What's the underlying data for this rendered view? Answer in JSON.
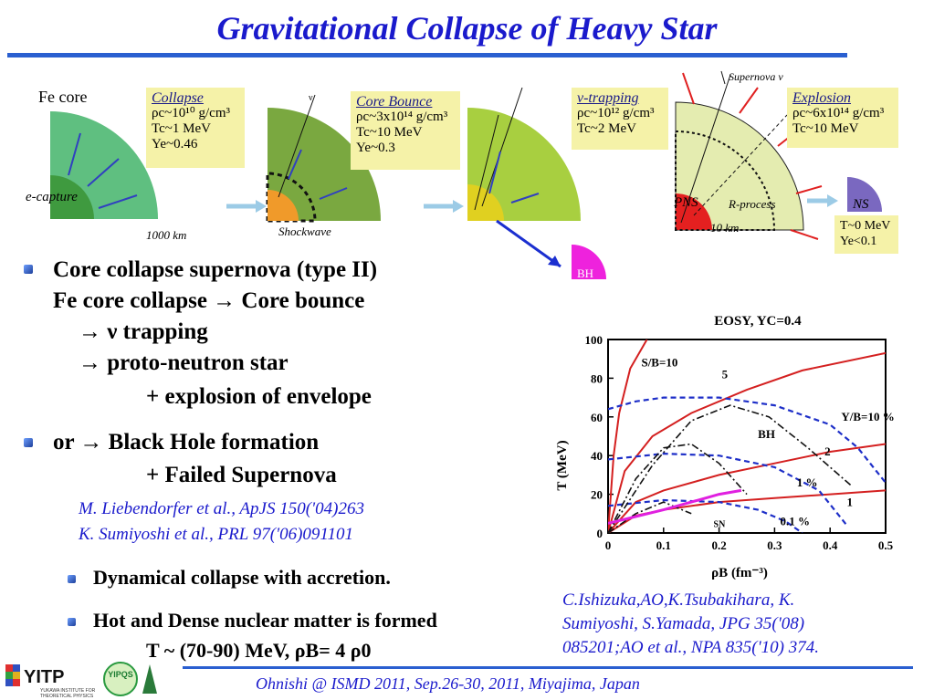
{
  "title": "Gravitational Collapse of Heavy Star",
  "diagram": {
    "fe_core_label": "Fe core",
    "e_capture_label": "e-capture",
    "scale_1000": "1000 km",
    "shockwave_label": "Shockwave",
    "supernova_nu_label": "Supernova ν",
    "pns_label": "PNS",
    "r_process_label": "R-process",
    "scale_10": "10 km",
    "ns_label": "NS",
    "bh_label": "BH",
    "nu_symbol": "ν",
    "stages": [
      {
        "heading": "Collapse",
        "line1": "ρc~10¹⁰ g/cm³",
        "line2": "Tc~1 MeV",
        "line3": "Ye~0.46"
      },
      {
        "heading": "Core Bounce",
        "line1": "ρc~3x10¹⁴ g/cm³",
        "line2": "Tc~10 MeV",
        "line3": "Ye~0.3"
      },
      {
        "heading": "ν-trapping",
        "line1": "ρc~10¹² g/cm³",
        "line2": "Tc~2 MeV",
        "line3": ""
      },
      {
        "heading": "Explosion",
        "line1": "ρc~6x10¹⁴ g/cm³",
        "line2": "Tc~10 MeV",
        "line3": ""
      }
    ],
    "ns_box": {
      "line1": "T~0 MeV",
      "line2": "Ye<0.1"
    }
  },
  "bullets": {
    "b1_line1": "Core collapse supernova (type II)",
    "b1_line2": "Fe core collapse → Core bounce",
    "b1_line3": "→ ν trapping",
    "b1_line4": "→ proto-neutron star",
    "b1_line5": "+ explosion of envelope",
    "b2_line1": "or  → Black Hole formation",
    "b2_line2": "+ Failed Supernova",
    "ref1": "M. Liebendorfer et al., ApJS 150('04)263",
    "ref2": "K. Sumiyoshi et al., PRL 97('06)091101",
    "sub1": "Dynamical collapse with accretion.",
    "sub2": "Hot and Dense nuclear matter is formed",
    "sub2b": "T ~ (70-90) MeV, ρB= 4 ρ0"
  },
  "citation": {
    "line1": "C.Ishizuka,AO,K.Tsubakihara, K.",
    "line2": "Sumiyoshi, S.Yamada, JPG 35('08)",
    "line3": "085201;AO et al., NPA 835('10) 374."
  },
  "footer": "Ohnishi @  ISMD 2011, Sep.26-30, 2011, Miyajima, Japan",
  "logo": {
    "text": "YITP",
    "sub1": "YUKAWA INSTITUTE FOR",
    "sub2": "THEORETICAL PHYSICS",
    "badge": "YIPQS"
  },
  "chart_data": {
    "type": "line",
    "title": "EOSY, YC=0.4",
    "xlabel": "ρB (fm⁻³)",
    "ylabel": "T (MeV)",
    "xlim": [
      0,
      0.5
    ],
    "ylim": [
      0,
      100
    ],
    "xticks": [
      "0",
      "0.1",
      "0.2",
      "0.3",
      "0.4",
      "0.5"
    ],
    "yticks": [
      "0",
      "20",
      "40",
      "60",
      "80",
      "100"
    ],
    "annotations": [
      "S/B=10",
      "5",
      "Y/B=10 %",
      "BH",
      "2",
      "1 %",
      "1",
      "0.1 %",
      "SN"
    ],
    "series": [
      {
        "name": "S/B=10",
        "style": "solid-red",
        "x": [
          0.0,
          0.01,
          0.02,
          0.04,
          0.07
        ],
        "y": [
          0,
          40,
          62,
          85,
          100
        ]
      },
      {
        "name": "5",
        "style": "solid-red",
        "x": [
          0.0,
          0.03,
          0.08,
          0.15,
          0.25,
          0.35,
          0.5
        ],
        "y": [
          0,
          32,
          50,
          62,
          74,
          84,
          93
        ]
      },
      {
        "name": "2",
        "style": "solid-red",
        "x": [
          0.0,
          0.05,
          0.1,
          0.2,
          0.3,
          0.4,
          0.5
        ],
        "y": [
          0,
          16,
          22,
          30,
          36,
          42,
          46
        ]
      },
      {
        "name": "1",
        "style": "solid-red",
        "x": [
          0.0,
          0.05,
          0.1,
          0.2,
          0.3,
          0.4,
          0.5
        ],
        "y": [
          0,
          9,
          12,
          16,
          18,
          20,
          22
        ]
      },
      {
        "name": "Y/B=10 %",
        "style": "dashed-blue",
        "x": [
          0.0,
          0.05,
          0.1,
          0.2,
          0.3,
          0.4,
          0.45,
          0.5
        ],
        "y": [
          64,
          68,
          70,
          70,
          66,
          56,
          44,
          26
        ]
      },
      {
        "name": "1 %",
        "style": "dashed-blue",
        "x": [
          0.0,
          0.1,
          0.2,
          0.3,
          0.38,
          0.43
        ],
        "y": [
          38,
          41,
          40,
          34,
          22,
          4
        ]
      },
      {
        "name": "0.1 %",
        "style": "dashed-blue",
        "x": [
          0.0,
          0.1,
          0.2,
          0.27,
          0.32,
          0.35
        ],
        "y": [
          14,
          17,
          16,
          12,
          6,
          0
        ]
      },
      {
        "name": "BH",
        "style": "dashdot-black",
        "x": [
          0.0,
          0.08,
          0.15,
          0.22,
          0.29,
          0.36,
          0.44
        ],
        "y": [
          0,
          35,
          58,
          66,
          60,
          44,
          24
        ]
      },
      {
        "name": "",
        "style": "dashdot-black",
        "x": [
          0.0,
          0.05,
          0.1,
          0.15,
          0.2,
          0.25
        ],
        "y": [
          0,
          28,
          44,
          46,
          36,
          20
        ]
      },
      {
        "name": "SN",
        "style": "dashdot-black",
        "x": [
          0.0,
          0.05,
          0.1,
          0.15
        ],
        "y": [
          0,
          10,
          16,
          10
        ]
      },
      {
        "name": "",
        "style": "solid-magenta",
        "x": [
          0.0,
          0.1,
          0.2,
          0.24
        ],
        "y": [
          5,
          12,
          20,
          22
        ]
      }
    ]
  }
}
